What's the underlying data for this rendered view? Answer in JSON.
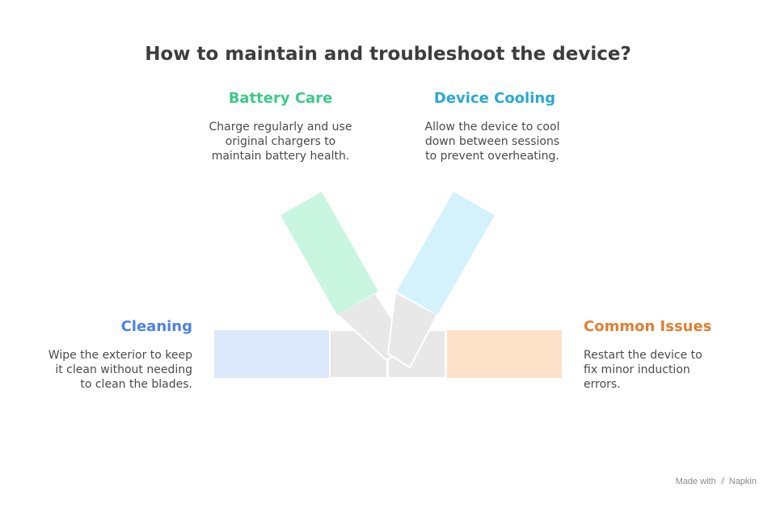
{
  "title": "How to maintain and troubleshoot the device?",
  "colors": {
    "battery": "#3ec98a",
    "cooling": "#2aa9d2",
    "cleaning": "#4c82e6",
    "issues": "#e07f32"
  },
  "sections": {
    "battery": {
      "heading": "Battery Care",
      "lines": [
        "Charge regularly and use",
        "original chargers to",
        "maintain battery health."
      ]
    },
    "cooling": {
      "heading": "Device Cooling",
      "lines": [
        "Allow the device to cool",
        "down between sessions",
        "to prevent overheating."
      ]
    },
    "cleaning": {
      "heading": "Cleaning",
      "lines": [
        "Wipe the exterior to keep",
        "it clean without needing",
        "to clean the blades."
      ]
    },
    "issues": {
      "heading": "Common Issues",
      "lines": [
        "Restart the device to",
        "fix minor induction",
        "errors."
      ]
    }
  },
  "credit": {
    "made_with": "Made with",
    "brand": "Napkin"
  }
}
